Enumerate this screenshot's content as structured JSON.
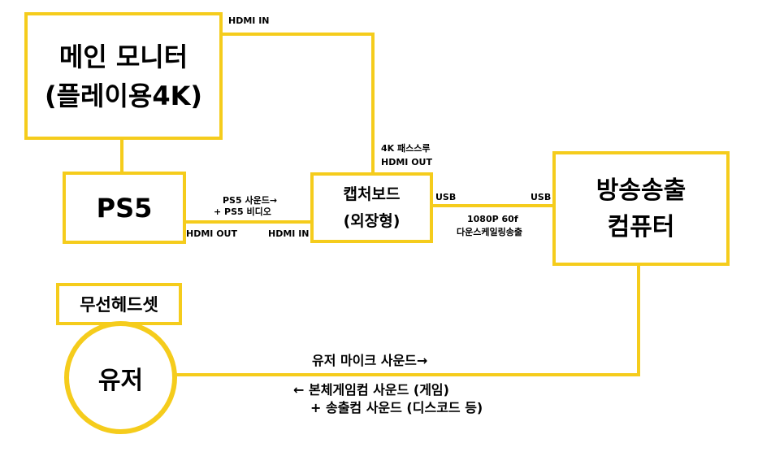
{
  "accent": "#F5CC1C",
  "nodes": {
    "main_monitor": {
      "line1": "메인 모니터",
      "line2": "(플레이용4K)"
    },
    "ps5": {
      "label": "PS5"
    },
    "capture_board": {
      "line1": "캡처보드",
      "line2": "(외장형)"
    },
    "broadcast_pc": {
      "line1": "방송송출",
      "line2": "컴퓨터"
    },
    "headset": {
      "label": "무선헤드셋"
    },
    "user": {
      "label": "유저"
    }
  },
  "labels": {
    "monitor_hdmi_in": "HDMI IN",
    "passthrough_1": "4K 패스스루",
    "passthrough_2": "HDMI OUT",
    "ps5_signal_1": "PS5 사운드→",
    "ps5_signal_2": "+ PS5 비디오",
    "ps5_hdmi_out": "HDMI OUT",
    "capture_hdmi_in": "HDMI IN",
    "capture_usb": "USB",
    "pc_usb": "USB",
    "usb_link_1": "1080P 60f",
    "usb_link_2": "다운스케일링송출",
    "user_to_pc": "유저 마이크 사운드→",
    "pc_to_user_1": "← 본체게임컴 사운드 (게임)",
    "pc_to_user_2": "+    송출컴 사운드 (디스코드 등)"
  }
}
